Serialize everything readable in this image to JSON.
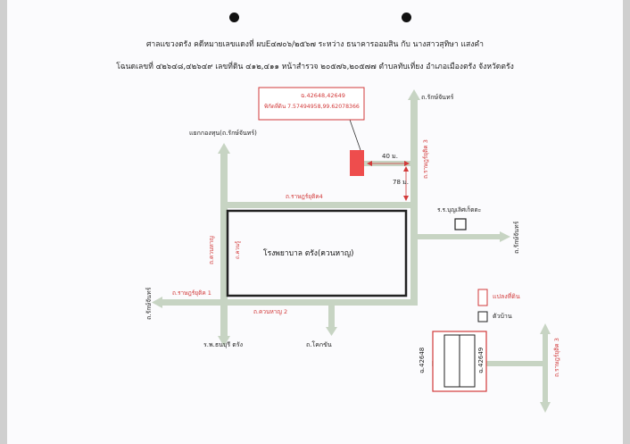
{
  "header": {
    "line1": "ศาลแขวงตรัง คดีหมายเลขแดงที่ ผบE๔๗๐๖/๒๕๖๗ ระหว่าง ธนาคารออมสิน กับ นางสาวสุทิษา แสงคำ",
    "line2": "โฉนดเลขที่ ๔๒๖๔๘,๔๒๖๔๙ เลขที่ดิน ๔๑๒,๔๑๑ หน้าสำรวจ ๒๐๕๗๖,๒๐๕๗๗ ตำบลทับเที่ยง อำเภอเมืองตรัง จังหวัดตรัง"
  },
  "parcel_box": {
    "line1": "ฉ.42648,42649",
    "line2": "พิกัดที่ดิน 7.57494958,99.62078366"
  },
  "roads": {
    "rakchan_top": "ถ.รักษ์จันทร์",
    "junction": "แยกกองทุน(ถ.รักษ์จันทร์)",
    "ratsada4": "ถ.ราษฎร์ยุติค4",
    "ratsada3": "ถ.ราษฎร์ยุติค 3",
    "ratsada1": "ถ.ราษฎร์ยุติค 1",
    "ratsada2": "ถ.ควนหาญ 2",
    "left_vertical": "ถ.ควนหาญ",
    "sidewalk": "ถ.ควนรู้",
    "rakchan_left": "ถ.รักษ์จันทร์",
    "kokkhan": "ถ.โคกขัน",
    "hospital_school": "ร.พ.ธนบุรี ตรัง",
    "right_far": "ถ.รักษ์จันทร์",
    "school_small": "ร.ร.บุญเลิศเก็ตตะ",
    "ratsada3_b": "ถ.ราษฎร์ยุติค 3"
  },
  "distances": {
    "horizontal": "40 ม.",
    "vertical": "78 ม."
  },
  "hospital": "โรงพยาบาล ตรัง(ควนหาญ)",
  "legend": {
    "land": "แปลงที่ดิน",
    "house": "ตัวบ้าน"
  },
  "deeds": {
    "left": "ฉ.42648",
    "right": "ฉ.42649"
  },
  "colors": {
    "road": "#c7d4c3",
    "road_dark": "#a9b9a5",
    "parcel": "#ee4d4d",
    "line_red": "#d23a3a"
  }
}
